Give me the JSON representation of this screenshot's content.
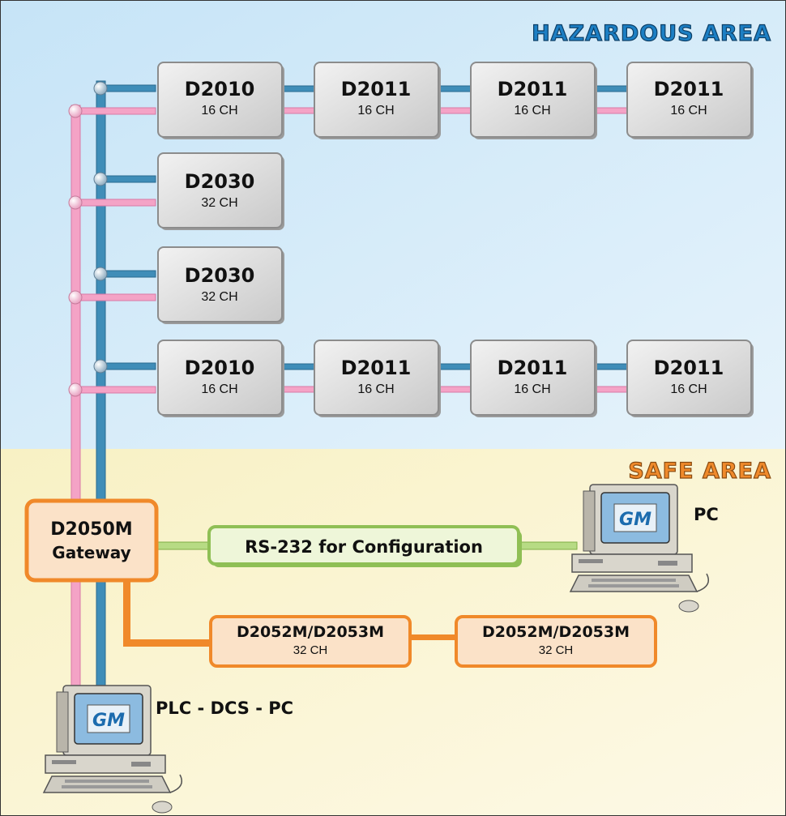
{
  "zones": {
    "hazardous_title": "HAZARDOUS AREA",
    "safe_title": "SAFE AREA"
  },
  "modules": [
    {
      "name": "D2010",
      "channels": "16 CH"
    },
    {
      "name": "D2011",
      "channels": "16 CH"
    },
    {
      "name": "D2011",
      "channels": "16 CH"
    },
    {
      "name": "D2011",
      "channels": "16 CH"
    },
    {
      "name": "D2030",
      "channels": "32 CH"
    },
    {
      "name": "D2030",
      "channels": "32 CH"
    },
    {
      "name": "D2010",
      "channels": "16 CH"
    },
    {
      "name": "D2011",
      "channels": "16 CH"
    },
    {
      "name": "D2011",
      "channels": "16 CH"
    },
    {
      "name": "D2011",
      "channels": "16 CH"
    }
  ],
  "gateway": {
    "line1": "D2050M",
    "line2": "Gateway"
  },
  "rs232_label": "RS-232 for Configuration",
  "pc_label": "PC",
  "host_label": "PLC - DCS - PC",
  "repeaters": [
    {
      "name": "D2052M/D2053M",
      "channels": "32 CH"
    },
    {
      "name": "D2052M/D2053M",
      "channels": "32 CH"
    }
  ],
  "logo_text": "GM",
  "colors": {
    "hazard_bg": "#cfe8f7",
    "safe_bg": "#fbf5cf",
    "pink_bus": "#f4a3c6",
    "blue_bus": "#3f8db8",
    "orange": "#f0892a",
    "green": "#9ccb63",
    "title_blue": "#1c7fc4",
    "title_orange": "#f08a2b"
  }
}
